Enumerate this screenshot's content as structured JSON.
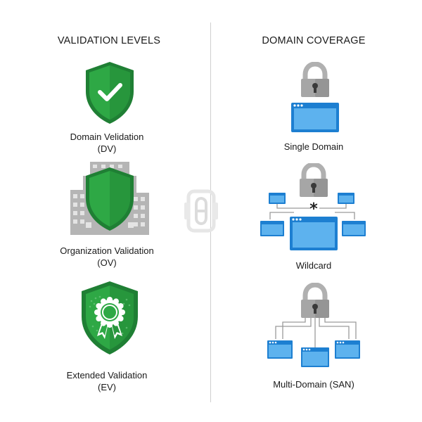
{
  "left": {
    "title": "VALIDATION LEVELS",
    "levels": [
      {
        "name": "Domain Velidation",
        "abbr": "(DV)",
        "icon": "checkmark-shield-icon"
      },
      {
        "name": "Organization Validation",
        "abbr": "(OV)",
        "icon": "building-shield-icon"
      },
      {
        "name": "Extended Validation",
        "abbr": "(EV)",
        "icon": "certificate-badge-shield-icon"
      }
    ]
  },
  "right": {
    "title": "DOMAIN COVERAGE",
    "types": [
      {
        "name": "Single Domain",
        "icon": "lock-single-window-icon"
      },
      {
        "name": "Wildcard",
        "icon": "lock-wildcard-windows-icon",
        "symbol": "*"
      },
      {
        "name": "Multi-Domain (SAN)",
        "icon": "lock-multi-windows-icon"
      }
    ]
  },
  "colors": {
    "shield_green": "#2ea845",
    "shield_dark": "#1f7f34",
    "lock_gray": "#a6a6a6",
    "window_blue": "#1d7fd1",
    "window_light": "#5db2ee",
    "divider": "#cfcfcf"
  }
}
